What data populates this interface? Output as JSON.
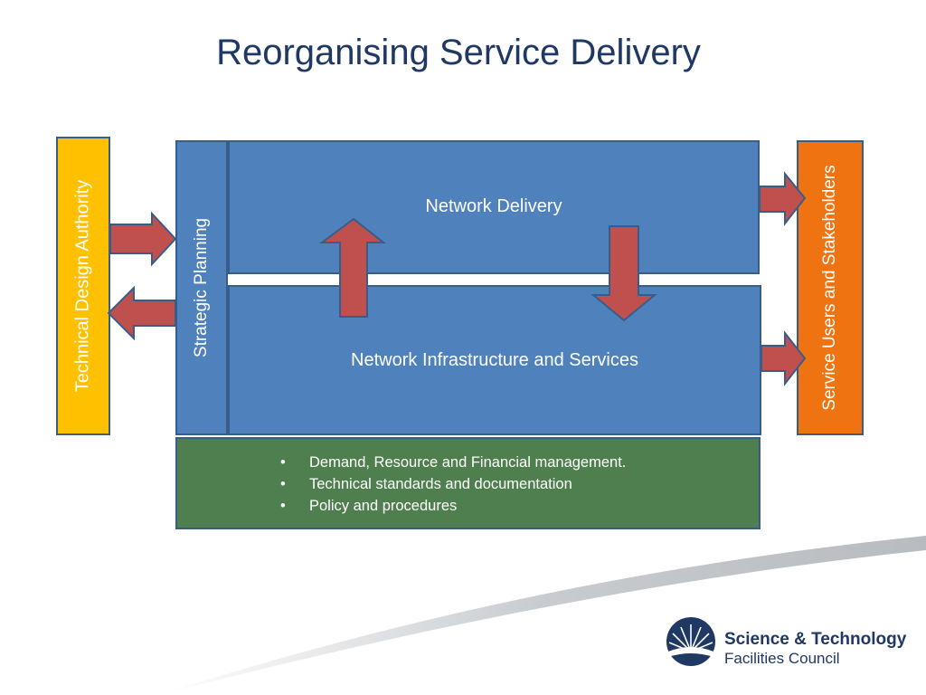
{
  "title": "Reorganising Service Delivery",
  "boxes": {
    "technical_design_authority": "Technical Design Authority",
    "strategic_planning": "Strategic Planning",
    "network_delivery": "Network Delivery",
    "network_infrastructure": "Network Infrastructure and Services",
    "service_users": "Service Users and Stakeholders"
  },
  "management": {
    "bullets": [
      "Demand, Resource and Financial management.",
      "Technical standards and documentation",
      "Policy and procedures"
    ]
  },
  "logo": {
    "line1": "Science & Technology",
    "line2": "Facilities Council"
  },
  "colors": {
    "title": "#1f3864",
    "blue_box": "#4f81bd",
    "yellow_box": "#ffc000",
    "orange_box": "#f07312",
    "green_box": "#4f7f4f",
    "arrow": "#c0504d"
  }
}
